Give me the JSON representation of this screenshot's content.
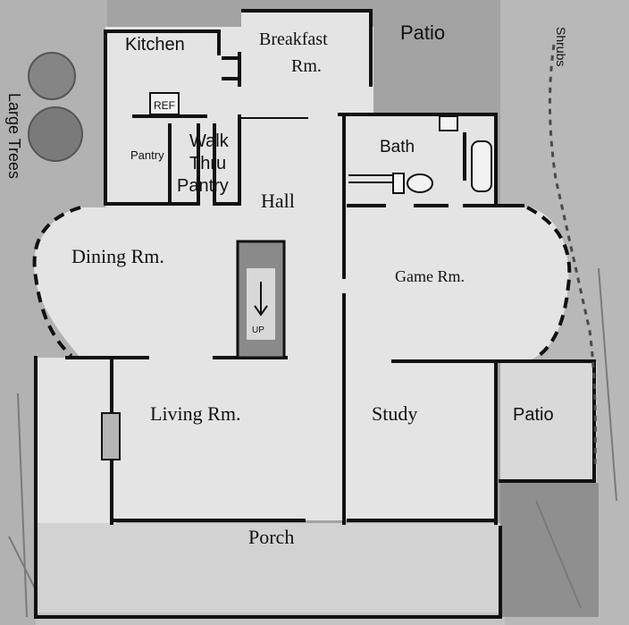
{
  "labels": {
    "kitchen": "Kitchen",
    "breakfast_1": "Breakfast",
    "breakfast_2": "Rm.",
    "patio_top": "Patio",
    "shrubs": "Shrubs",
    "large_trees": "Large Trees",
    "ref": "REF",
    "pantry": "Pantry",
    "walk": "Walk",
    "thru": "Thru",
    "walk_pantry": "Pantry",
    "bath": "Bath",
    "hall": "Hall",
    "dining": "Dining Rm.",
    "game": "Game Rm.",
    "stairs_up": "UP",
    "living": "Living Rm.",
    "study": "Study",
    "patio_right": "Patio",
    "porch": "Porch"
  },
  "colors": {
    "floor": "#e6e6e6",
    "yard": "#a6a6a6",
    "wall": "#111111",
    "patio": "#d9d9d9"
  },
  "icons": [
    "tree-icon",
    "stair-arrow-icon",
    "bathtub-icon",
    "toilet-icon",
    "sink-icon"
  ]
}
